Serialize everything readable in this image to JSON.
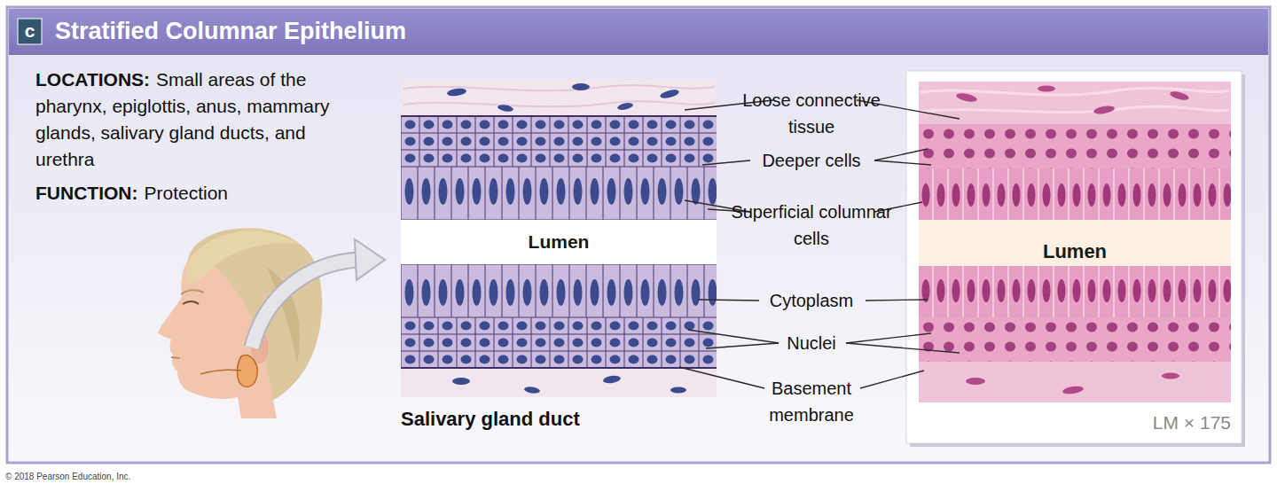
{
  "diagram": {
    "title": "Stratified Columnar Epithelium",
    "labels": [
      "c",
      "LOCATIONS:",
      "Small areas of the pharynx, epiglottis, anus, mammary glands, salivary gland ducts, and urethra",
      "FUNCTION:",
      "Protection",
      "Lumen",
      "Salivary gland duct",
      "Loose connective tissue",
      "Deeper cells",
      "Superficial columnar cells",
      "Cytoplasm",
      "Nuclei",
      "Basement membrane",
      "Lumen",
      "LM × 175",
      "© 2018 Pearson Education, Inc."
    ]
  }
}
